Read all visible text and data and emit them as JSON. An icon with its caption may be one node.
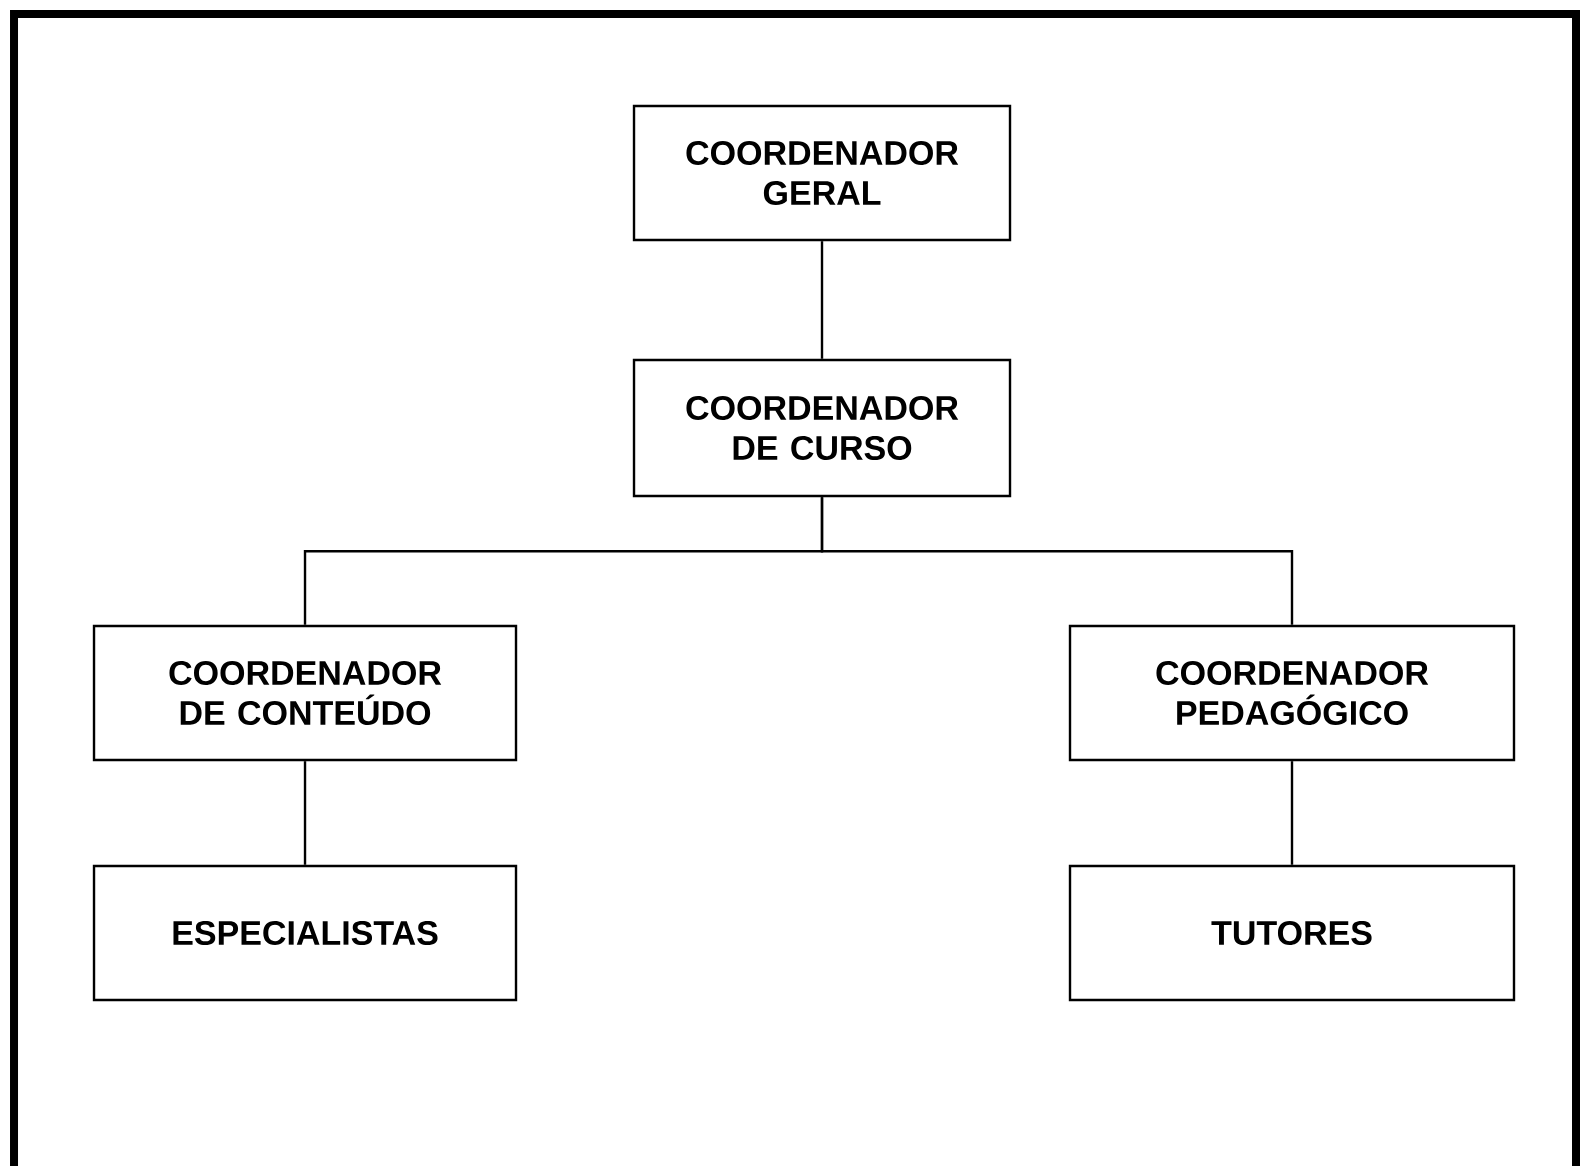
{
  "diagram": {
    "nodes": [
      {
        "text": [
          "COORDENADOR GERAL"
        ]
      },
      {
        "text": [
          "COORDENADOR DE CURSO"
        ]
      },
      {
        "text": [
          "COORDENADOR DE CONTEÚDO"
        ]
      },
      {
        "text": [
          "COORDENADOR PEDAGÓGICO"
        ]
      },
      {
        "text": [
          "ESPECIALISTAS"
        ]
      },
      {
        "text": [
          "TUTORES"
        ]
      }
    ],
    "edges": [
      {
        "from": 0,
        "to": 1,
        "arrow": "none"
      },
      {
        "from": 1,
        "to": 2,
        "arrow": "none"
      },
      {
        "from": 1,
        "to": 3,
        "arrow": "none"
      },
      {
        "from": 2,
        "to": 4,
        "arrow": "none"
      },
      {
        "from": 3,
        "to": 5,
        "arrow": "none"
      }
    ]
  }
}
